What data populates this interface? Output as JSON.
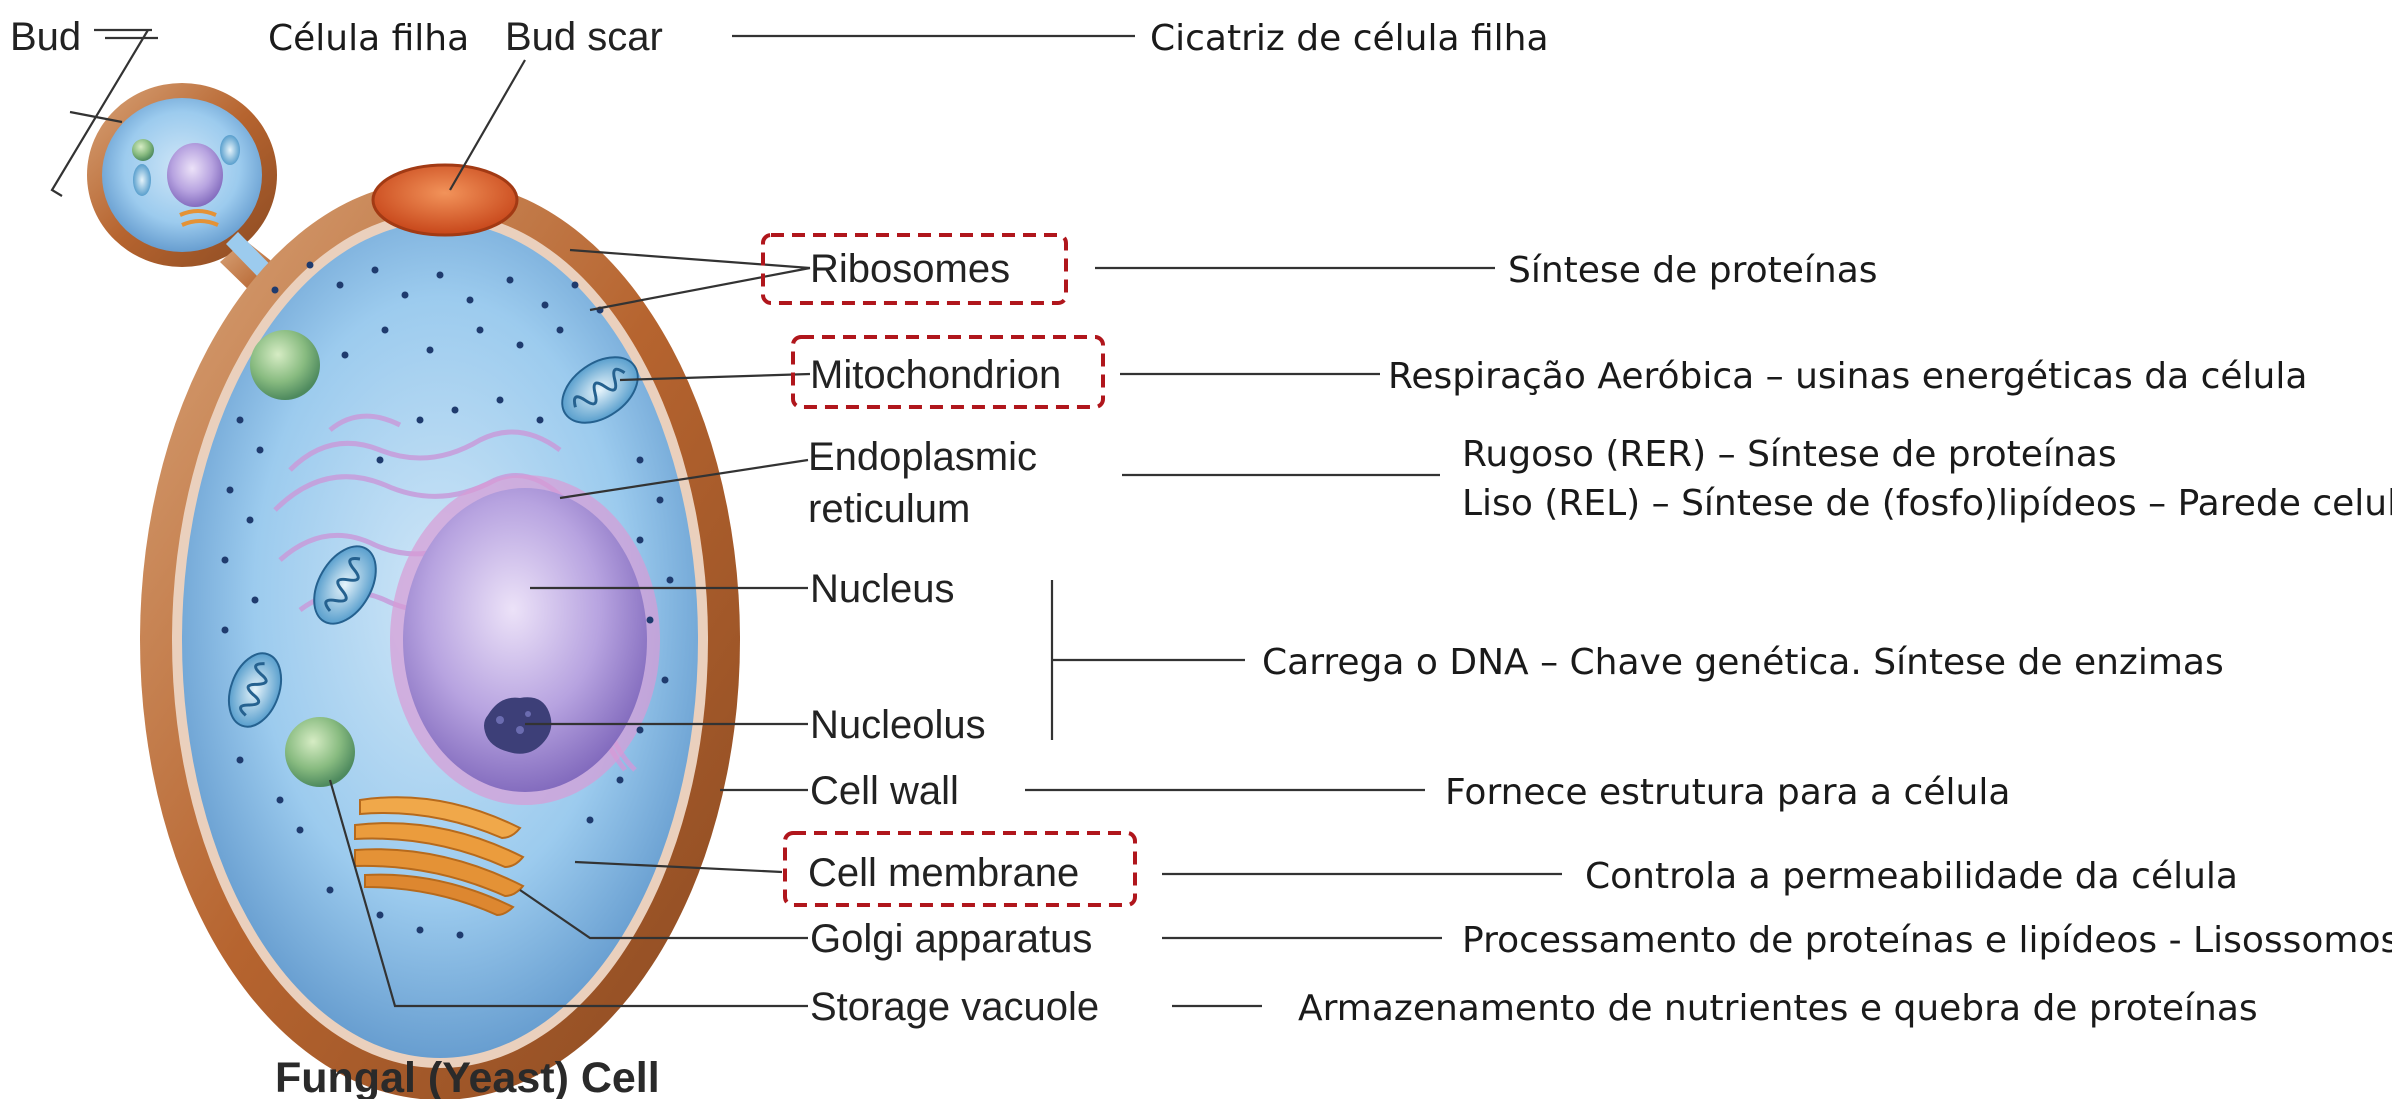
{
  "title": "Fungal (Yeast) Cell",
  "colors": {
    "cell_wall": "#b6642f",
    "cytoplasm": "#8cc2e8",
    "nucleus": "#a38cd6",
    "bud_scar": "#dc5a1c",
    "golgi": "#e49236",
    "highlight_box": "#b0161c"
  },
  "top_labels": {
    "bud": "Bud",
    "bud_translation": "Célula filha",
    "bud_scar": "Bud scar",
    "bud_scar_translation": "Cicatriz de célula filha"
  },
  "structures": [
    {
      "key": "ribosomes",
      "label": "Ribosomes",
      "function": "Síntese de proteínas",
      "highlighted": true
    },
    {
      "key": "mitochondrion",
      "label": "Mitochondrion",
      "function": "Respiração Aeróbica – usinas energéticas da célula",
      "highlighted": true
    },
    {
      "key": "er",
      "label_line1": "Endoplasmic",
      "label_line2": "reticulum",
      "function_line1": "Rugoso (RER) – Síntese de proteínas",
      "function_line2": "Liso (REL) – Síntese de (fosfo)lipídeos – Parede celular",
      "highlighted": false
    },
    {
      "key": "nucleus",
      "label": "Nucleus",
      "highlighted": false
    },
    {
      "key": "nucleolus",
      "label": "Nucleolus",
      "highlighted": false
    },
    {
      "key": "nucleus_group",
      "function": "Carrega o DNA – Chave genética. Síntese de enzimas"
    },
    {
      "key": "cell_wall",
      "label": "Cell wall",
      "function": "Fornece estrutura para a célula",
      "highlighted": false
    },
    {
      "key": "cell_membrane",
      "label": "Cell membrane",
      "function": "Controla a permeabilidade da célula",
      "highlighted": true
    },
    {
      "key": "golgi",
      "label": "Golgi apparatus",
      "function": "Processamento de proteínas e lipídeos - Lisossomos",
      "highlighted": false
    },
    {
      "key": "storage_vacuole",
      "label": "Storage vacuole",
      "function": "Armazenamento de nutrientes e quebra de proteínas",
      "highlighted": false
    }
  ]
}
